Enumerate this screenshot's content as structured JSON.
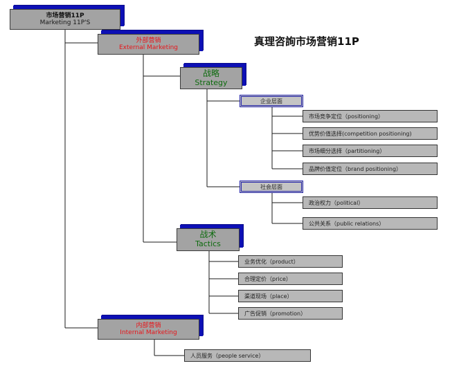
{
  "title": "真理咨詢市场营销11P",
  "root": {
    "cn": "市场营销11P",
    "en": "Marketing 11P'S"
  },
  "external": {
    "cn": "外部营销",
    "en": "External Marketing"
  },
  "strategy": {
    "cn": "战略",
    "en": "Strategy"
  },
  "enterprise_level": "企业层面",
  "enterprise_items": [
    "市场竞争定位（positioning）",
    "优势价值选择(competition positioning)",
    "市场细分选择（partitioning）",
    "品牌价值定位（brand positioning）"
  ],
  "social_level": "社会层面",
  "social_items": [
    "政治权力（political）",
    "公共关系（public relations）"
  ],
  "tactics": {
    "cn": "战术",
    "en": "Tactics"
  },
  "tactics_items": [
    "业务优化（product）",
    "合理定价（price）",
    "渠道现场（place）",
    "广告促销（promotion）"
  ],
  "internal": {
    "cn": "内部营销",
    "en": "Internal Marketing"
  },
  "internal_items": [
    "人员服务（people service）"
  ],
  "colors": {
    "box_fill": "#a3a3a3",
    "shadow_blue": "#0d10b5",
    "red_text": "#e8151a",
    "green_text": "#0e6b0e"
  }
}
